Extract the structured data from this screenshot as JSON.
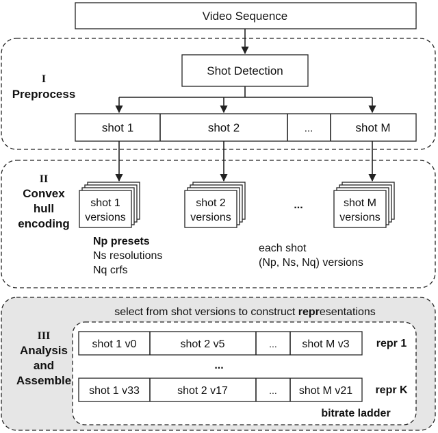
{
  "title_box": "Video Sequence",
  "stage1": {
    "num": "I",
    "name": "Preprocess",
    "shot_detection": "Shot Detection",
    "shots": [
      "shot 1",
      "shot 2",
      "...",
      "shot M"
    ]
  },
  "stage2": {
    "num": "II",
    "name_lines": [
      "Convex",
      "hull",
      "encoding"
    ],
    "versions": [
      {
        "line1": "shot 1",
        "line2": "versions"
      },
      {
        "line1": "shot 2",
        "line2": "versions"
      },
      {
        "line1": "shot M",
        "line2": "versions"
      }
    ],
    "ellipsis": "...",
    "presets": "Np presets",
    "resolutions": "Ns resolutions",
    "crfs": "Nq crfs",
    "each_shot_line1": "each shot",
    "each_shot_line2": "(Np, Ns, Nq) versions"
  },
  "stage3": {
    "num": "III",
    "name_lines": [
      "Analysis",
      "and",
      "Assemble"
    ],
    "select_pre": "select from shot versions to construct ",
    "select_bold": "repr",
    "select_post": "esentations",
    "repr1": [
      "shot 1 v0",
      "shot 2 v5",
      "...",
      "shot M v3"
    ],
    "repr1_label": "repr 1",
    "row_ellipsis": "...",
    "reprK": [
      "shot 1 v33",
      "shot 2 v17",
      "...",
      "shot M v21"
    ],
    "reprK_label": "repr K",
    "ladder": "bitrate ladder"
  }
}
